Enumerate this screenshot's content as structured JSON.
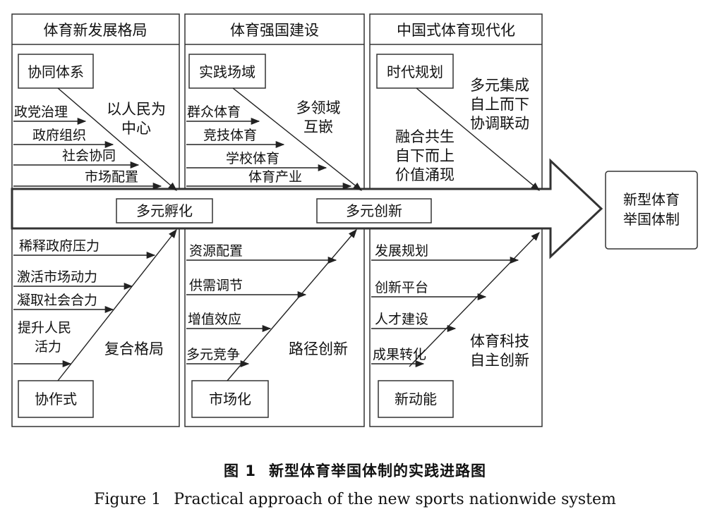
{
  "columns": [
    {
      "header": "体育新发展格局"
    },
    {
      "header": "体育强国建设"
    },
    {
      "header": "中国式体育现代化"
    }
  ],
  "upper": [
    {
      "box": "协同体系",
      "items": [
        "政党治理",
        "政府组织",
        "社会协同",
        "市场配置"
      ],
      "note": [
        "以人民为",
        "中心"
      ]
    },
    {
      "box": "实践场域",
      "items": [
        "群众体育",
        "竞技体育",
        "学校体育",
        "体育产业"
      ],
      "note": [
        "多领域",
        "互嵌"
      ]
    },
    {
      "box": "时代规划",
      "note_top": [
        "多元集成",
        "自上而下",
        "协调联动"
      ],
      "note_bottom": [
        "融合共生",
        "自下而上",
        "价值涌现"
      ]
    }
  ],
  "spine": [
    "多元孵化",
    "多元创新"
  ],
  "result": [
    "新型体育",
    "举国体制"
  ],
  "lower": [
    {
      "box": "协作式",
      "items": [
        "稀释政府压力",
        "激活市场动力",
        "凝取社会合力",
        "提升人民",
        "活力"
      ],
      "note": "复合格局"
    },
    {
      "box": "市场化",
      "items": [
        "资源配置",
        "供需调节",
        "增值效应",
        "多元竞争"
      ],
      "note": "路径创新"
    },
    {
      "box": "新动能",
      "items": [
        "发展规划",
        "创新平台",
        "人才建设",
        "成果转化"
      ],
      "note": [
        "体育科技",
        "自主创新"
      ]
    }
  ],
  "caption": {
    "cn_label": "图 1",
    "cn_title": "新型体育举国体制的实践进路图",
    "en_label": "Figure 1",
    "en_title": "Practical approach of the new sports nationwide system"
  }
}
